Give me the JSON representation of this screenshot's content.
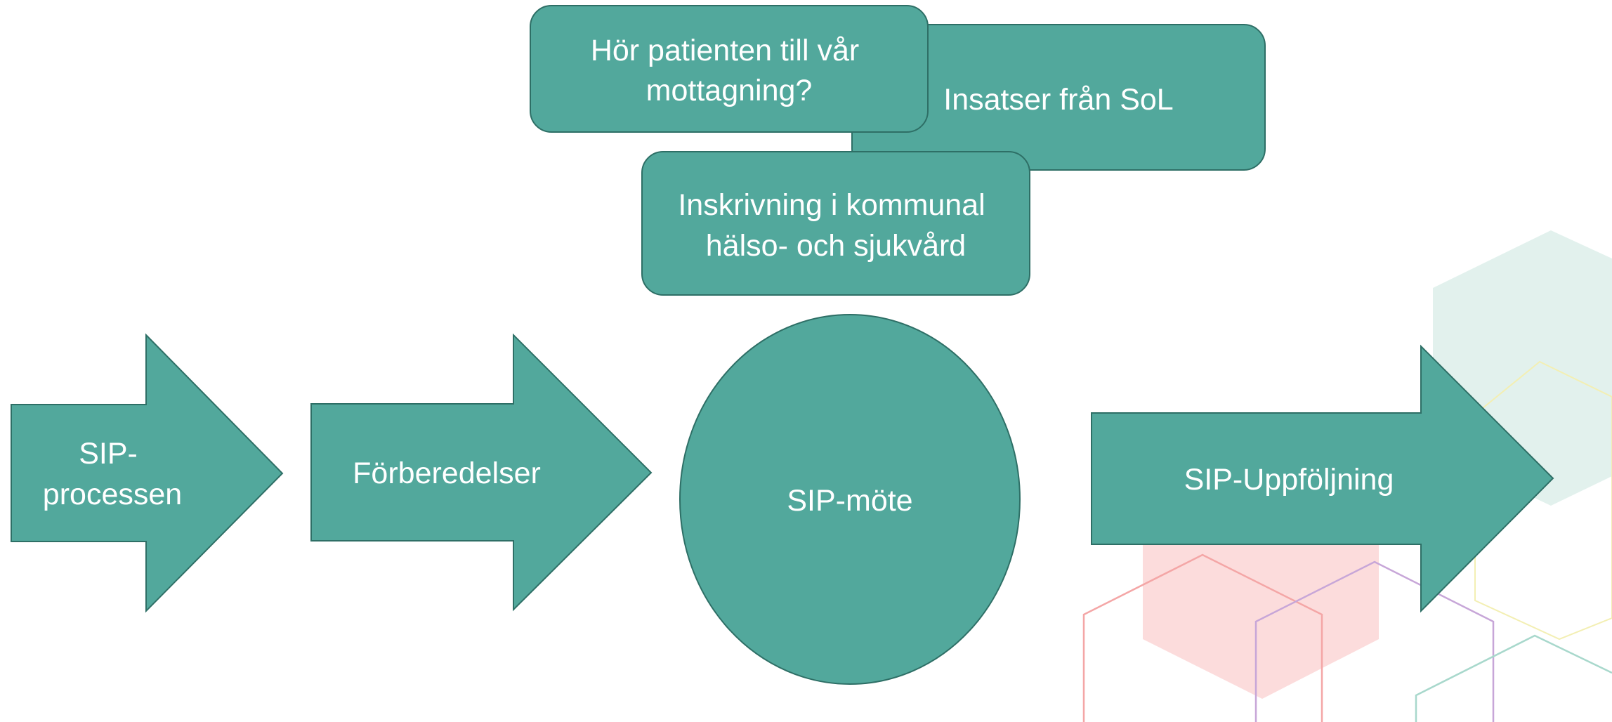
{
  "colors": {
    "shape_fill": "#52a89c",
    "shape_stroke": "#2e6f66",
    "text": "#ffffff",
    "deco_mint": "#e2f1ed",
    "deco_pink": "#fcdcdc",
    "deco_pink_line": "#f4a6a6",
    "deco_lavender_line": "#c7a6d8",
    "deco_yellow_line": "#f3efb3",
    "deco_teal_line": "#a8d8cc"
  },
  "process": {
    "step1": "SIP-processen",
    "step1_lines": [
      "SIP-",
      "processen"
    ],
    "step2": "Förberedelser",
    "step3": "SIP-möte",
    "step4": "SIP-Uppföljning"
  },
  "boxes": {
    "patient_question": [
      "Hör patienten till vår",
      "mottagning?"
    ],
    "sol_insatser": "Insatser från SoL",
    "inskrivning": [
      "Inskrivning i kommunal",
      "hälso- och sjukvård"
    ]
  }
}
